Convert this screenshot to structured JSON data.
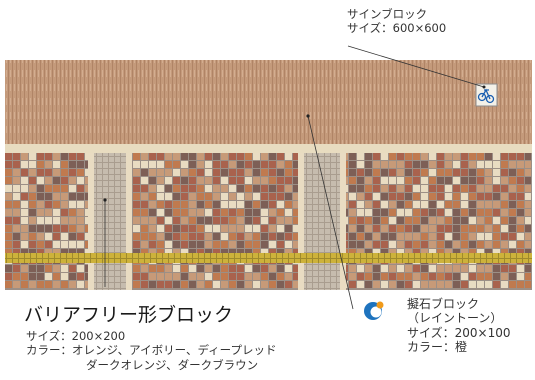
{
  "sign_block": {
    "name": "サインブロック",
    "size": "サイズ：600×600"
  },
  "gizou_block": {
    "name": "擬石ブロック",
    "sub": "（レイントーン）",
    "size": "サイズ：200×100",
    "color": "カラー：橙"
  },
  "barrier_free_block": {
    "title": "バリアフリー形ブロック",
    "size": "サイズ：200×200",
    "color_label": "カラー：",
    "colors_line1": "オレンジ、アイボリー、ディープレッド",
    "colors_line2": "ダークオレンジ、ダークブラウン"
  },
  "colors": {
    "orange_brick": "#c79a78",
    "ivory": "#e9dcc2",
    "deep_red": "#a9624d",
    "dark_orange": "#c07a4f",
    "dark_brown": "#7d5f56",
    "grey_block": "#c5bdb0",
    "tactile_yellow": "#c9b13c",
    "leader_blue": "#1e73be",
    "leader_orange": "#f09a1a"
  },
  "icons": [
    "bicycle-icon",
    "marker-icon"
  ]
}
